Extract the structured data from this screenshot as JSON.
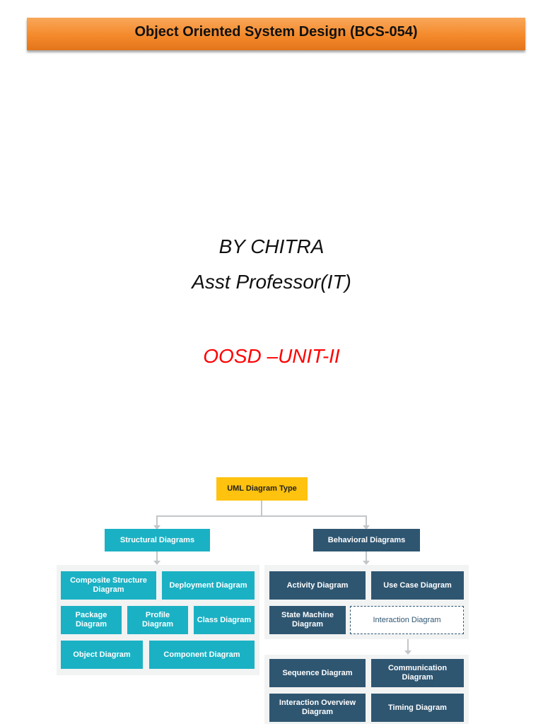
{
  "header": {
    "title": "Object Oriented System Design (BCS-054)"
  },
  "author": {
    "name_line": "BY CHITRA",
    "designation": "Asst Professor(IT)"
  },
  "unit_title": "OOSD –UNIT-II",
  "colors": {
    "banner": "#f48a2b",
    "unit_title": "#ff0000",
    "root": "#ffc20e",
    "structural": "#1bb1c4",
    "behavioral": "#2f5671"
  },
  "diagram": {
    "root": "UML Diagram Type",
    "structural": {
      "label": "Structural Diagrams",
      "items": [
        "Composite Structure Diagram",
        "Deployment Diagram",
        "Package Diagram",
        "Profile Diagram",
        "Class Diagram",
        "Object Diagram",
        "Component Diagram"
      ]
    },
    "behavioral": {
      "label": "Behavioral Diagrams",
      "items": [
        "Activity Diagram",
        "Use Case Diagram",
        "State Machine Diagram",
        "Interaction Diagram"
      ],
      "interaction_items": [
        "Sequence Diagram",
        "Communication Diagram",
        "Interaction Overview Diagram",
        "Timing Diagram"
      ]
    }
  }
}
